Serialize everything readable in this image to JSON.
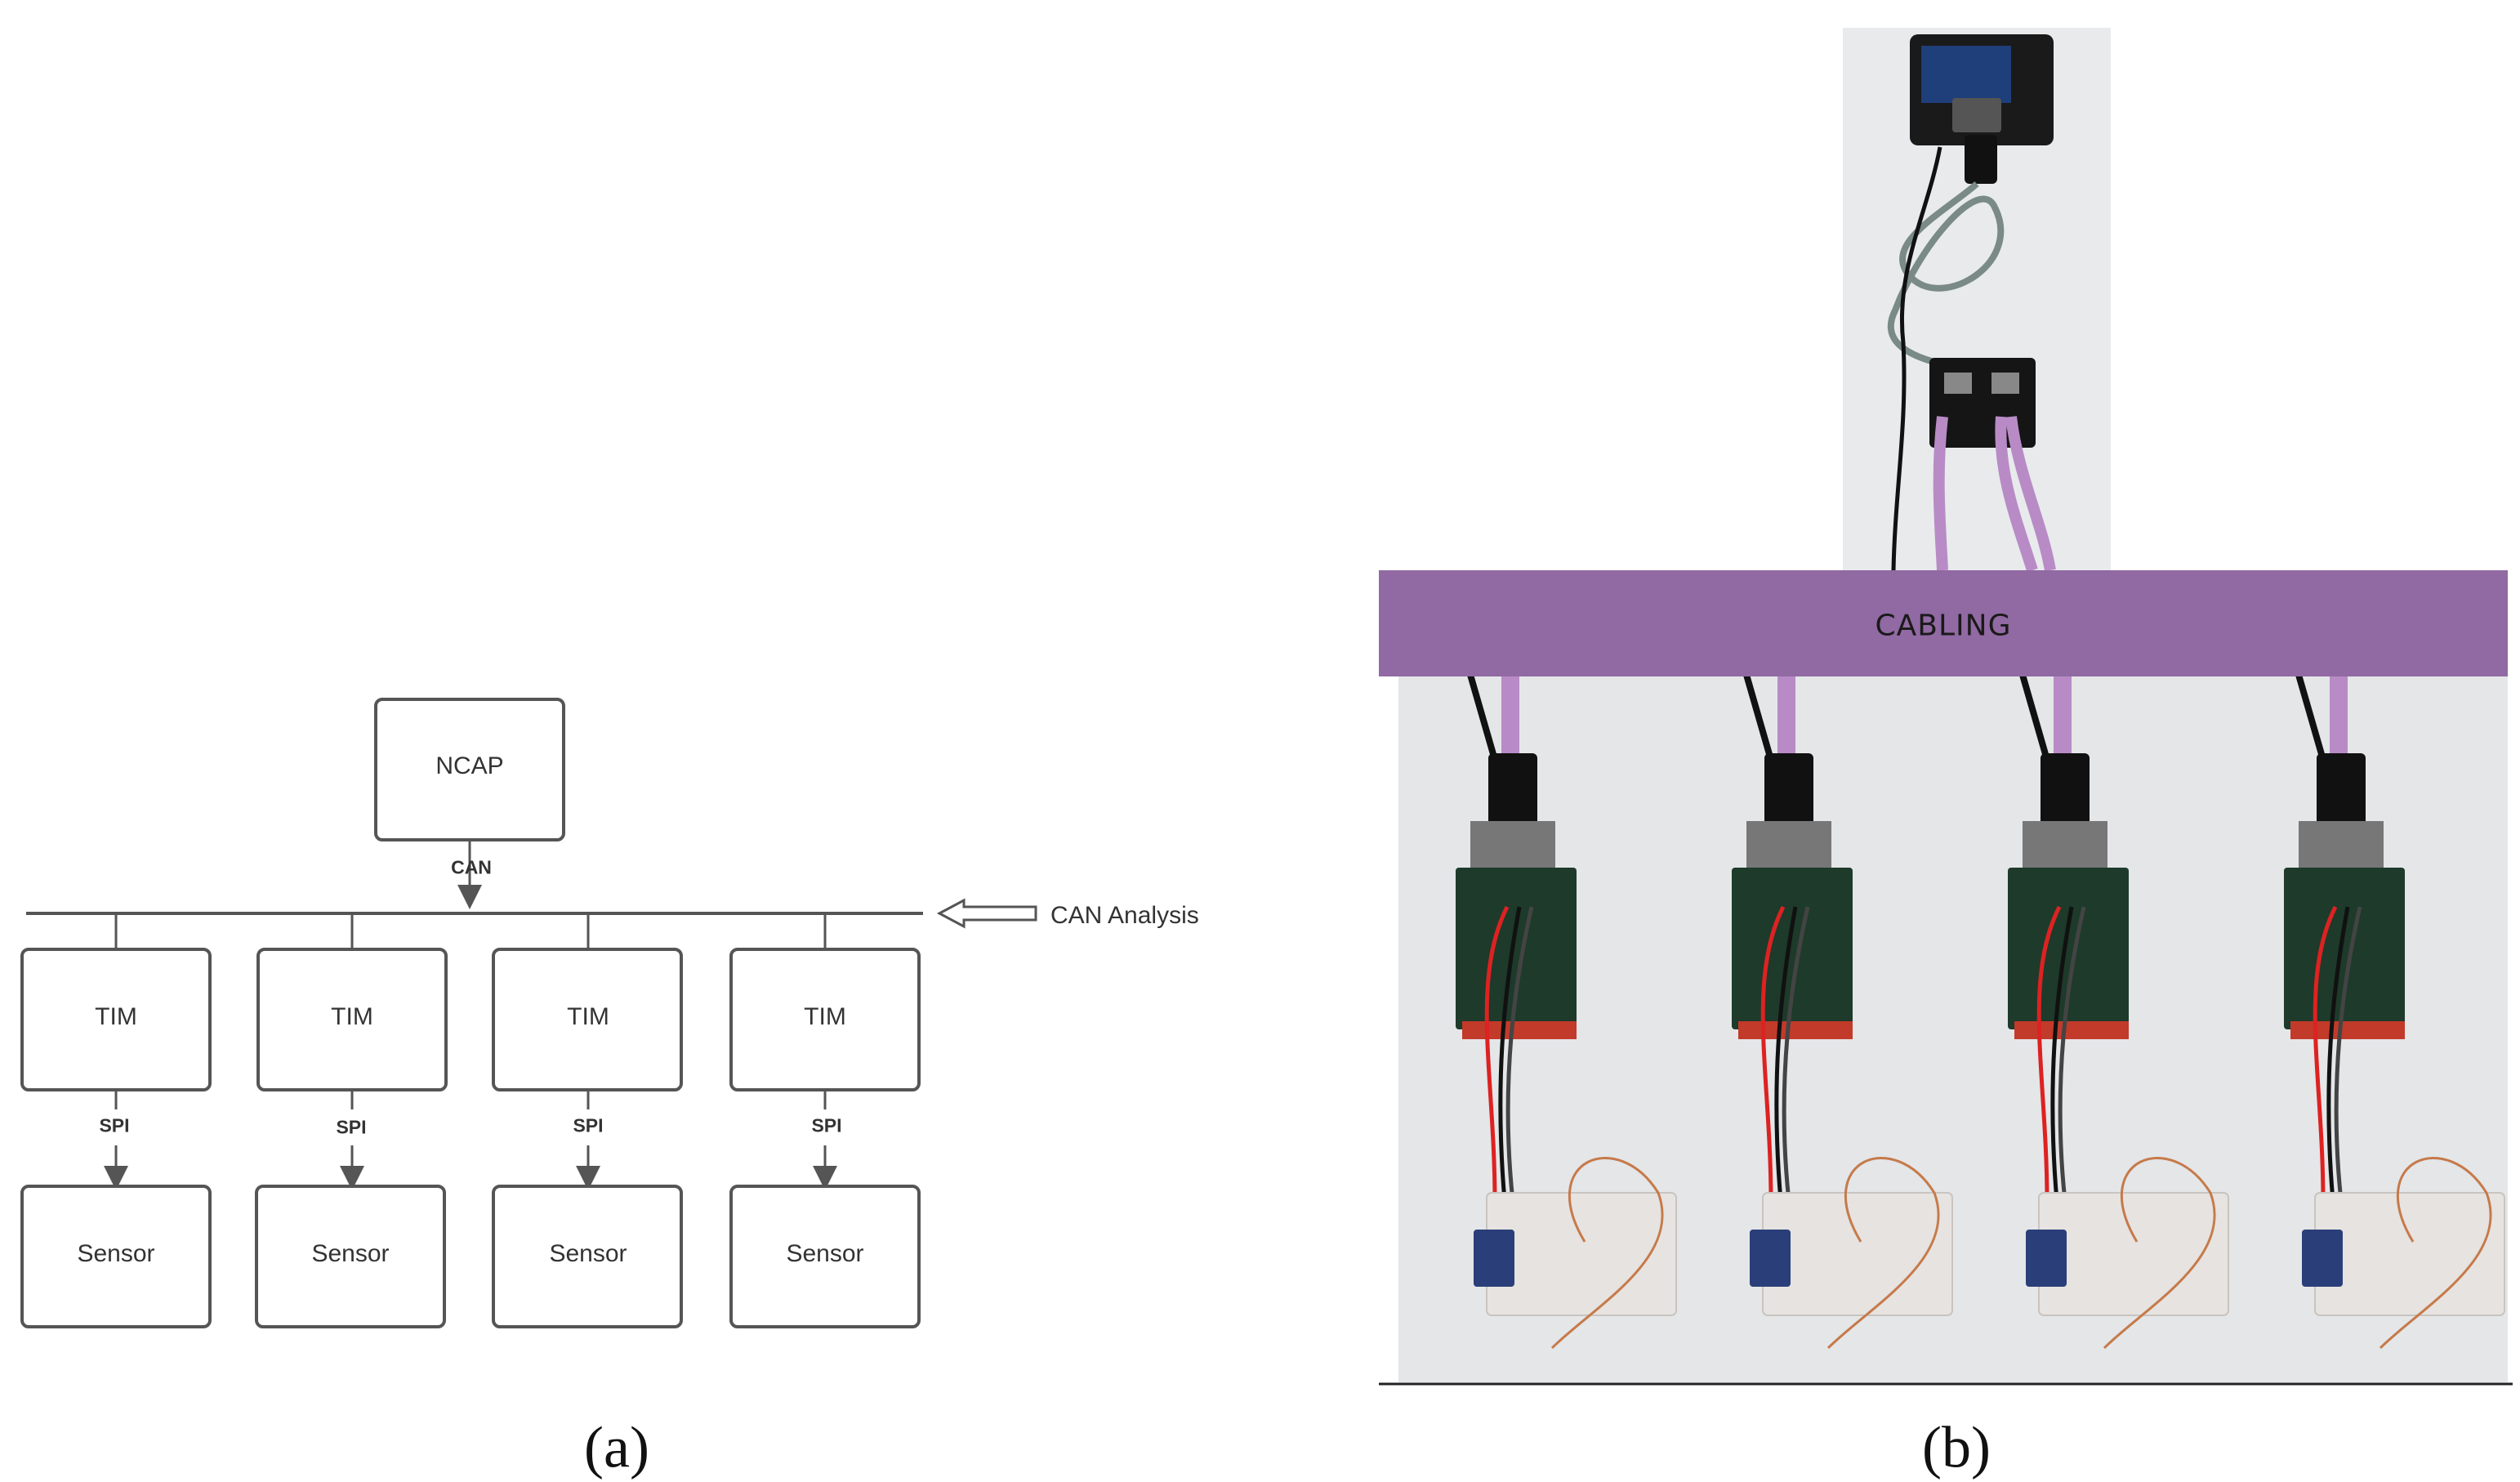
{
  "panel_a": {
    "ncap_label": "NCAP",
    "can_label": "CAN",
    "analysis_label": "CAN Analysis",
    "tims": [
      "TIM",
      "TIM",
      "TIM",
      "TIM"
    ],
    "spi_labels": [
      "SPI",
      "SPI",
      "SPI",
      "SPI"
    ],
    "sensors": [
      "Sensor",
      "Sensor",
      "Sensor",
      "Sensor"
    ],
    "caption": "(a)"
  },
  "panel_b": {
    "cabling_label": "CABLING",
    "caption": "(b)",
    "band_color": "#9169a3",
    "cable_color": "#b88bc6",
    "board_color": "#1d3a2a",
    "breadboard_color": "#e6e3e0",
    "wall_color": "#e4e6e8"
  }
}
